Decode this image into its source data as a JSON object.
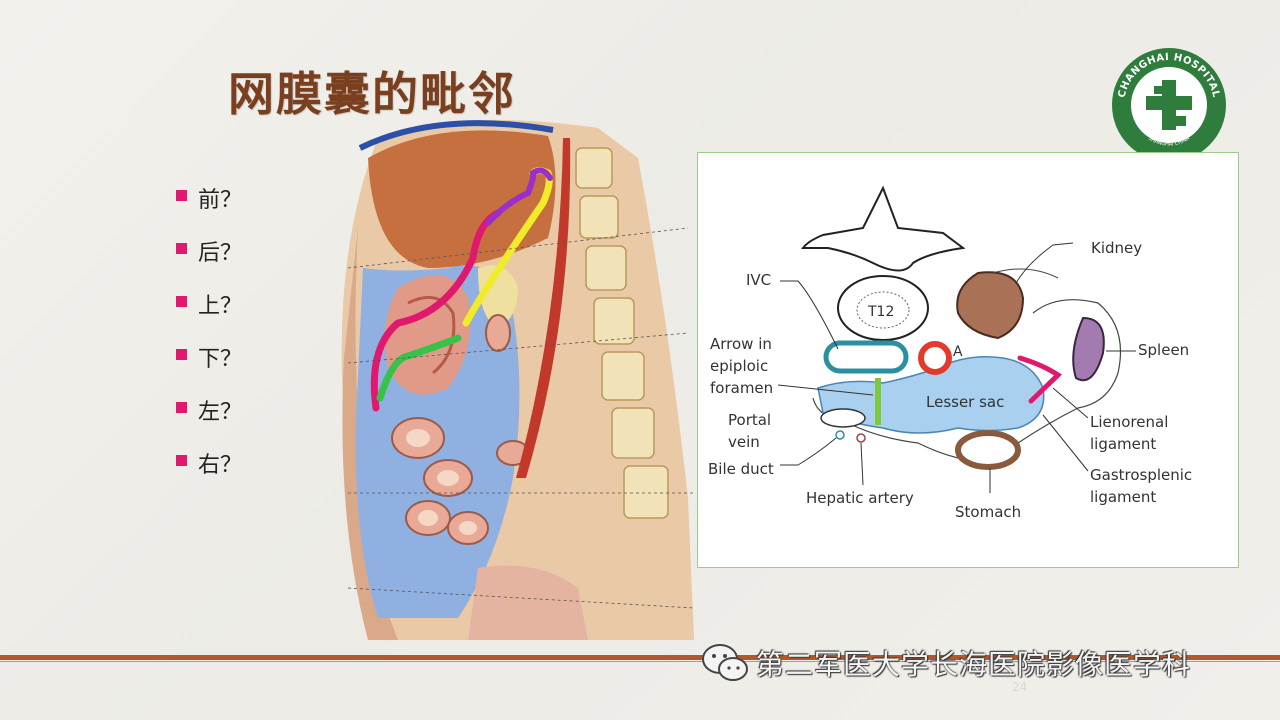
{
  "slide": {
    "title": "网膜囊的毗邻",
    "bullets": [
      {
        "label": "前？"
      },
      {
        "label": "后？"
      },
      {
        "label": "上？"
      },
      {
        "label": "下？"
      },
      {
        "label": "左？"
      },
      {
        "label": "右？"
      }
    ],
    "page_number": "24"
  },
  "logo": {
    "ring_text": "CHANGHAI HOSPITAL",
    "bottom_text": "SHANGHAI CHINA",
    "color": "#2e7d3c"
  },
  "diagram": {
    "labels": {
      "kidney": "Kidney",
      "ivc": "IVC",
      "t12": "T12",
      "arrow": "Arrow in\nepiploic\nforamen",
      "a": "A",
      "spleen": "Spleen",
      "lesser_sac": "Lesser sac",
      "portal_vein": "Portal\nvein",
      "lienorenal": "Lienorenal\nligament",
      "bile_duct": "Bile duct",
      "gastrosplenic": "Gastrosplenic\nligament",
      "hepatic_artery": "Hepatic artery",
      "stomach": "Stomach"
    },
    "colors": {
      "lesser_sac": "#a9d0ef",
      "green_marker": "#7cc93d",
      "pink_marker": "#e0196e",
      "ivc": "#2a8fa0",
      "aorta": "#e23b2e",
      "stomach": "#8a5a3c"
    }
  },
  "watermark": {
    "text": "第二军医大学长海医院影像医学科",
    "icon": "wechat-icon"
  },
  "colors": {
    "accent": "#e0196e",
    "title": "#7a3f1e",
    "footer": "#b5572c"
  }
}
